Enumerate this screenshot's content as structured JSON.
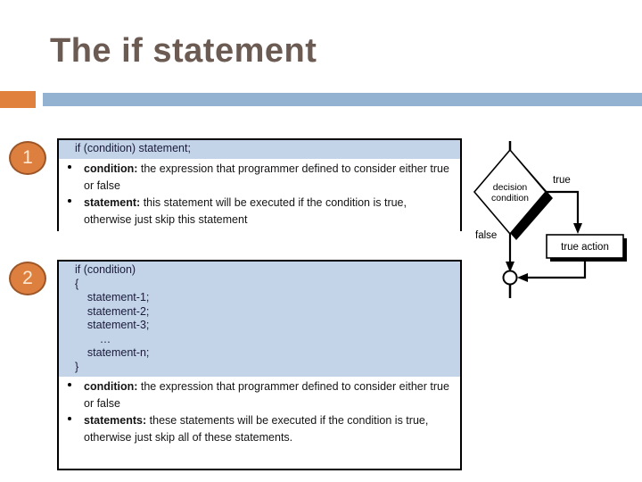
{
  "slide": {
    "title": "The if statement",
    "accent_orange": "#e0823d",
    "accent_blue": "#93b2d1",
    "title_color": "#6b5b53",
    "code_band_color": "#c3d4e8"
  },
  "blocks": [
    {
      "badge": "1",
      "code_lines": [
        "if (condition) statement;"
      ],
      "bullets": [
        {
          "term": "condition:",
          "rest": " the expression that programmer defined to consider either true or false"
        },
        {
          "term": "statement:",
          "rest": " this statement will be executed if the condition is true, otherwise just skip this statement"
        }
      ]
    },
    {
      "badge": "2",
      "code_lines": [
        "if (condition)",
        "{",
        "    statement-1;",
        "    statement-2;",
        "    statement-3;",
        "        …",
        "    statement-n;",
        "}"
      ],
      "bullets": [
        {
          "term": "condition:",
          "rest": " the expression that programmer defined to consider either true or false"
        },
        {
          "term": "statements:",
          "rest": " these statements will be executed if the condition is true, otherwise just skip all of these statements."
        }
      ]
    }
  ],
  "flowchart": {
    "decision_line1": "decision",
    "decision_line2": "condition",
    "label_true": "true",
    "label_false": "false",
    "action_box": "true action"
  }
}
